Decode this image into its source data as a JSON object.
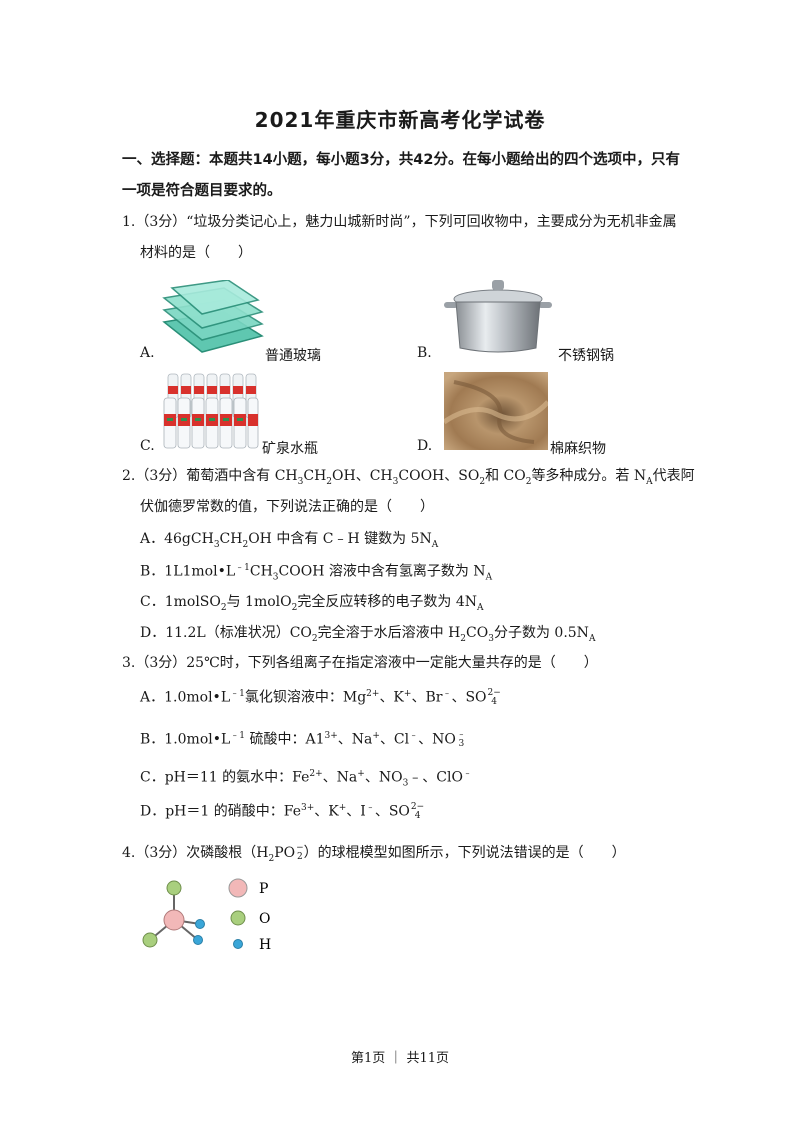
{
  "title": "2021年重庆市新高考化学试卷",
  "section": {
    "line1": "一、选择题：本题共14小题，每小题3分，共42分。在每小题给出的四个选项中，只有",
    "line2": "一项是符合题目要求的。"
  },
  "q1": {
    "line1": "1.（3分）“垃圾分类记心上，魅力山城新时尚”，下列可回收物中，主要成分为无机非金属",
    "line2": "材料的是（　　）",
    "options": [
      {
        "letter": "A.",
        "label": "普通玻璃"
      },
      {
        "letter": "B.",
        "label": "不锈钢锅"
      },
      {
        "letter": "C.",
        "label": "矿泉水瓶"
      },
      {
        "letter": "D.",
        "label": "棉麻织物"
      }
    ]
  },
  "q2": {
    "line1_a": "2.（3分）葡萄酒中含有 CH",
    "line1_b": "CH",
    "line1_c": "OH、CH",
    "line1_d": "COOH、SO",
    "line1_e": "和 CO",
    "line1_f": "等多种成分。若 N",
    "line1_g": "代表阿",
    "line2": "伏伽德罗常数的值，下列说法正确的是（　　）",
    "sub2": "2",
    "sub3": "3",
    "subA": "A",
    "optA_a": "A．46gCH",
    "optA_b": "CH",
    "optA_c": "OH 中含有 C﹣H 键数为 5N",
    "optB_a": "B．1L1mol•L",
    "optB_sup": "﹣1",
    "optB_b": "CH",
    "optB_c": "COOH 溶液中含有氢离子数为 N",
    "optC_a": "C．1molSO",
    "optC_b": "与 1molO",
    "optC_c": "完全反应转移的电子数为 4N",
    "optD_a": "D．11.2L（标准状况）CO",
    "optD_b": "完全溶于水后溶液中 H",
    "optD_c": "CO",
    "optD_d": "分子数为 0.5N"
  },
  "q3": {
    "line1": "3.（3分）25℃时，下列各组离子在指定溶液中一定能大量共存的是（　　）",
    "optA_a": "A．1.0mol•L",
    "optA_b": "氯化钡溶液中：Mg",
    "optA_c": "、K",
    "optA_d": "、Br",
    "optA_e": "、SO",
    "optB_a": "B．1.0mol•L",
    "optB_b": " 硫酸中：A1",
    "optB_c": "、Na",
    "optB_d": "、Cl",
    "optB_e": "、NO",
    "optC_a": "C．pH＝11 的氨水中：Fe",
    "optC_b": "、Na",
    "optC_c": "、NO",
    "optC_d": "﹣、ClO",
    "optD_a": "D．pH＝1 的硝酸中：Fe",
    "optD_b": "、K",
    "optD_c": "、I",
    "optD_d": "、SO",
    "neg1": "﹣1",
    "plus2": "2+",
    "plus3": "3+",
    "plus": "+",
    "minus": "﹣",
    "two_minus": "2−",
    "sub4": "4",
    "sub3": "3"
  },
  "q4": {
    "line1_a": "4.（3分）次磷酸根（H",
    "line1_b": "PO",
    "line1_c": "）的球棍模型如图所示，下列说法错误的是（　　）",
    "frac_top": "−",
    "frac_bot": "2",
    "sub2": "2",
    "legend": [
      {
        "symbol": "P",
        "color": "#f2b8b8"
      },
      {
        "symbol": "O",
        "color": "#a9cf7e"
      },
      {
        "symbol": "H",
        "color": "#3aa6d8"
      }
    ]
  },
  "footer": "第1页 ｜ 共11页"
}
